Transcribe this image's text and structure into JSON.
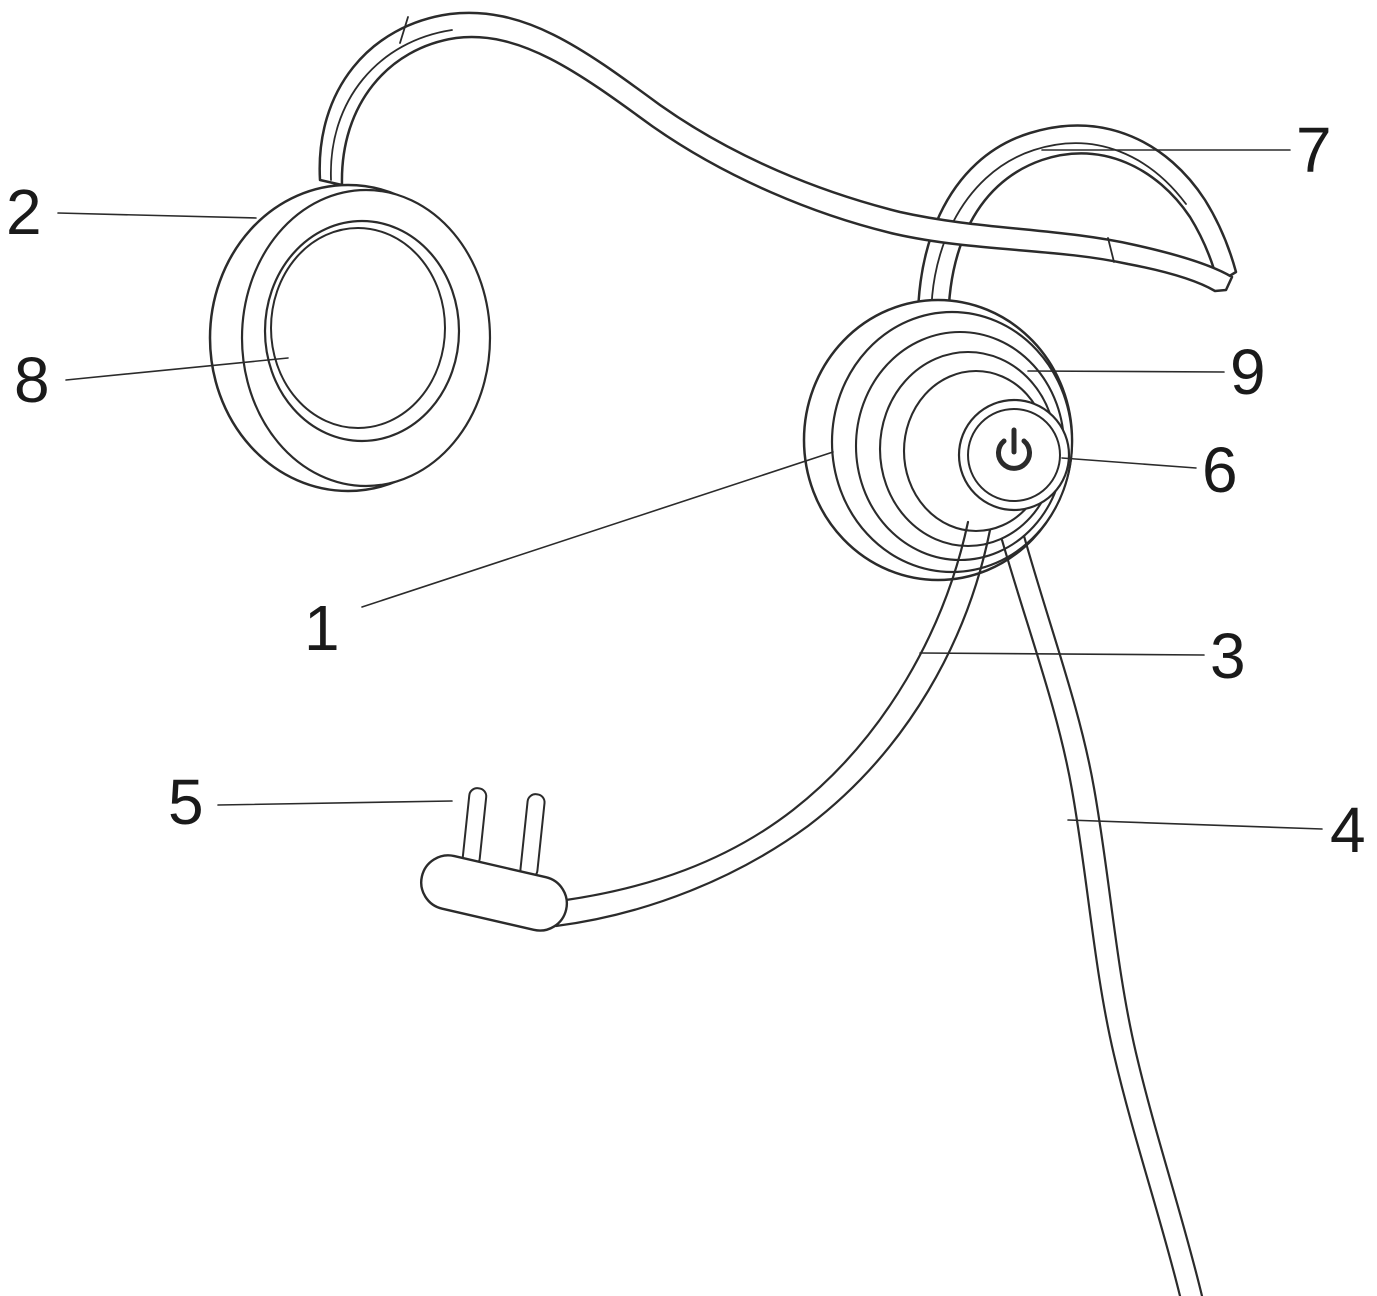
{
  "figure": {
    "background_color": "#ffffff",
    "line_color": "#2b2b2b",
    "label_color": "#1a1a1a"
  },
  "labels": {
    "n1": "1",
    "n2": "2",
    "n3": "3",
    "n4": "4",
    "n5": "5",
    "n6": "6",
    "n7": "7",
    "n8": "8",
    "n9": "9"
  }
}
